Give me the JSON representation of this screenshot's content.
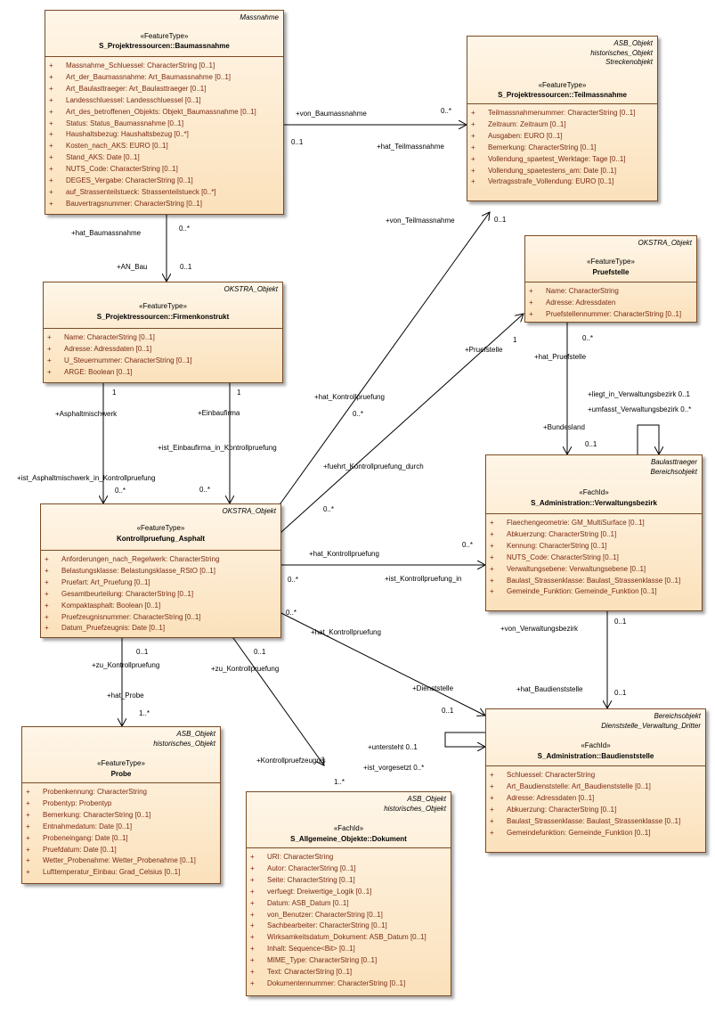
{
  "classes": {
    "baumassnahme": {
      "tags": [
        "Massnahme"
      ],
      "stereotype": "«FeatureType»",
      "name": "S_Projektressourcen::Baumassnahme",
      "attributes": [
        "Massnahme_Schluessel: CharacterString [0..1]",
        "Art_der_Baumassnahme: Art_Baumassnahme [0..1]",
        "Art_Baulasttraeger: Art_Baulasttraeger [0..1]",
        "Landesschluessel: Landesschluessel [0..1]",
        "Art_des_betroffenen_Objekts: Objekt_Baumassnahme [0..1]",
        "Status: Status_Baumassnahme [0..1]",
        "Haushaltsbezug: Haushaltsbezug [0..*]",
        "Kosten_nach_AKS: EURO [0..1]",
        "Stand_AKS: Date [0..1]",
        "NUTS_Code: CharacterString [0..1]",
        "DEGES_Vergabe: CharacterString [0..1]",
        "auf_Strassenteilstueck: Strassenteilstueck [0..*]",
        "Bauvertragsnummer: CharacterString [0..1]"
      ]
    },
    "teilmassnahme": {
      "tags": [
        "ASB_Objekt",
        "historisches_Objekt",
        "Streckenobjekt"
      ],
      "stereotype": "«FeatureType»",
      "name": "S_Projektressourcen::Teilmassnahme",
      "attributes": [
        "Teilmassnahmenummer: CharacterString [0..1]",
        "Zeitraum: Zeitraum [0..1]",
        "Ausgaben: EURO [0..1]",
        "Bemerkung: CharacterString [0..1]",
        "Vollendung_spaetest_Werktage: Tage [0..1]",
        "Vollendung_spaetestens_am: Date [0..1]",
        "Vertragsstrafe_Vollendung: EURO [0..1]"
      ]
    },
    "firmenkonstrukt": {
      "tags": [
        "OKSTRA_Objekt"
      ],
      "stereotype": "«FeatureType»",
      "name": "S_Projektressourcen::Firmenkonstrukt",
      "attributes": [
        "Name: CharacterString [0..1]",
        "Adresse: Adressdaten [0..1]",
        "U_Steuernummer: CharacterString [0..1]",
        "ARGE: Boolean [0..1]"
      ]
    },
    "pruefstelle": {
      "tags": [
        "OKSTRA_Objekt"
      ],
      "stereotype": "«FeatureType»",
      "name": "Pruefstelle",
      "attributes": [
        "Name: CharacterString",
        "Adresse: Adressdaten",
        "Pruefstellennummer: CharacterString [0..1]"
      ]
    },
    "kontrollpruefung": {
      "tags": [
        "OKSTRA_Objekt"
      ],
      "stereotype": "«FeatureType»",
      "name": "Kontrollpruefung_Asphalt",
      "attributes": [
        "Anforderungen_nach_Regelwerk: CharacterString",
        "Belastungsklasse: Belastungsklasse_RStO [0..1]",
        "Pruefart: Art_Pruefung [0..1]",
        "Gesamtbeurteilung: CharacterString [0..1]",
        "Kompaktasphalt: Boolean [0..1]",
        "Pruefzeugnisnummer: CharacterString [0..1]",
        "Datum_Pruefzeugnis: Date [0..1]"
      ]
    },
    "verwaltungsbezirk": {
      "tags": [
        "Baulasttraeger",
        "Bereichsobjekt"
      ],
      "stereotype": "«FachId»",
      "name": "S_Administration::Verwaltungsbezirk",
      "attributes": [
        "Flaechengeometrie: GM_MultiSurface [0..1]",
        "Abkuerzung: CharacterString [0..1]",
        "Kennung: CharacterString [0..1]",
        "NUTS_Code: CharacterString [0..1]",
        "Verwaltungsebene: Verwaltungsebene [0..1]",
        "Baulast_Strassenklasse: Baulast_Strassenklasse [0..1]",
        "Gemeinde_Funktion: Gemeinde_Funktion [0..1]"
      ]
    },
    "probe": {
      "tags": [
        "ASB_Objekt",
        "historisches_Objekt"
      ],
      "stereotype": "«FeatureType»",
      "name": "Probe",
      "attributes": [
        "Probenkennung: CharacterString",
        "Probentyp: Probentyp",
        "Bemerkung: CharacterString [0..1]",
        "Entnahmedatum: Date [0..1]",
        "Probeneingang: Date [0..1]",
        "Pruefdatum: Date [0..1]",
        "Wetter_Probenahme: Wetter_Probenahme [0..1]",
        "Lufttemperatur_Einbau: Grad_Celsius [0..1]"
      ]
    },
    "baudienststelle": {
      "tags": [
        "Bereichsobjekt",
        "Dienststelle_Verwaltung_Dritter"
      ],
      "stereotype": "«FachId»",
      "name": "S_Administration::Baudienststelle",
      "attributes": [
        "Schluessel: CharacterString",
        "Art_Baudienststelle: Art_Baudienststelle [0..1]",
        "Adresse: Adressdaten [0..1]",
        "Abkuerzung: CharacterString [0..1]",
        "Baulast_Strassenklasse: Baulast_Strassenklasse [0..1]",
        "Gemeindefunktion: Gemeinde_Funktion [0..1]"
      ]
    },
    "dokument": {
      "tags": [
        "ASB_Objekt",
        "historisches_Objekt"
      ],
      "stereotype": "«FachId»",
      "name": "S_Allgemeine_Objekte::Dokument",
      "attributes": [
        "URI: CharacterString",
        "Autor: CharacterString [0..1]",
        "Seite: CharacterString [0..1]",
        "verfuegt: Dreiwertige_Logik [0..1]",
        "Datum: ASB_Datum [0..1]",
        "von_Benutzer: CharacterString [0..1]",
        "Sachbearbeiter: CharacterString [0..1]",
        "Wirksamkeitsdatum_Dokument: ASB_Datum [0..1]",
        "Inhalt: Sequence<Bit> [0..1]",
        "MIME_Type: CharacterString [0..1]",
        "Text: CharacterString [0..1]",
        "Dokumentennummer: CharacterString [0..1]"
      ]
    }
  },
  "visibility_marker": "+",
  "labels": {
    "von_baumassnahme": "+von_Baumassnahme",
    "m_0s_a": "0..*",
    "m_01_a": "0..1",
    "hat_teilmassnahme": "+hat_Teilmassnahme",
    "hat_baumassnahme": "+hat_Baumassnahme",
    "m_0s_b": "0..*",
    "an_bau": "+AN_Bau",
    "m_01_b": "0..1",
    "von_teilmassnahme": "+von_Teilmassnahme",
    "m_01_c": "0..1",
    "m_1_a": "1",
    "m_1_b": "1",
    "asphaltmischwerk": "+Asphaltmischwerk",
    "einbaufirma": "+Einbaufirma",
    "hat_kontrollpruefung_a": "+hat_Kontrollpruefung",
    "m_0s_c": "0..*",
    "pruefstelle_role": "+Pruefstelle",
    "m_1_c": "1",
    "m_0s_d": "0..*",
    "hat_pruefstelle": "+hat_Pruefstelle",
    "liegt_in": "+liegt_in_Verwaltungsbezirk 0..1",
    "umfasst": "+umfasst_Verwaltungsbezirk 0..*",
    "bundesland": "+Bundesland",
    "m_01_d": "0..1",
    "ist_einbaufirma": "+ist_Einbaufirma_in_Kontrollpruefung",
    "fuehrt": "+fuehrt_Kontrollpruefung_durch",
    "ist_asphaltmischwerk": "+ist_Asphaltmischwerk_in_Kontrollpruefung",
    "m_0s_e": "0..*",
    "m_0s_f": "0..*",
    "m_0s_g": "0..*",
    "hat_kontrollpruefung_b": "+hat_Kontrollpruefung",
    "m_0s_h": "0..*",
    "m_0s_i": "0..*",
    "ist_kontrollpruefung_in": "+ist_Kontrollpruefung_in",
    "m_0s_j": "0..*",
    "hat_kontrollpruefung_c": "+hat_Kontrollpruefung",
    "von_verwaltungsbezirk": "+von_Verwaltungsbezirk",
    "m_01_e": "0..1",
    "m_01_f": "0..1",
    "m_01_g": "0..1",
    "zu_kontrollpruefung_a": "+zu_Kontrollpruefung",
    "zu_kontrollpruefung_b": "+zu_Kontrollpruefung",
    "dienststelle": "+Dienststelle",
    "hat_baudienststelle": "+hat_Baudienststelle",
    "m_01_h": "0..1",
    "m_01_i": "0..1",
    "hat_probe": "+hat_Probe",
    "m_1s_a": "1..*",
    "untersteht": "+untersteht 0..1",
    "ist_vorgesetzt": "+ist_vorgesetzt 0..*",
    "kontrollpruefzeugnis": "+Kontrollpruefzeugnis",
    "m_1s_b": "1..*"
  }
}
